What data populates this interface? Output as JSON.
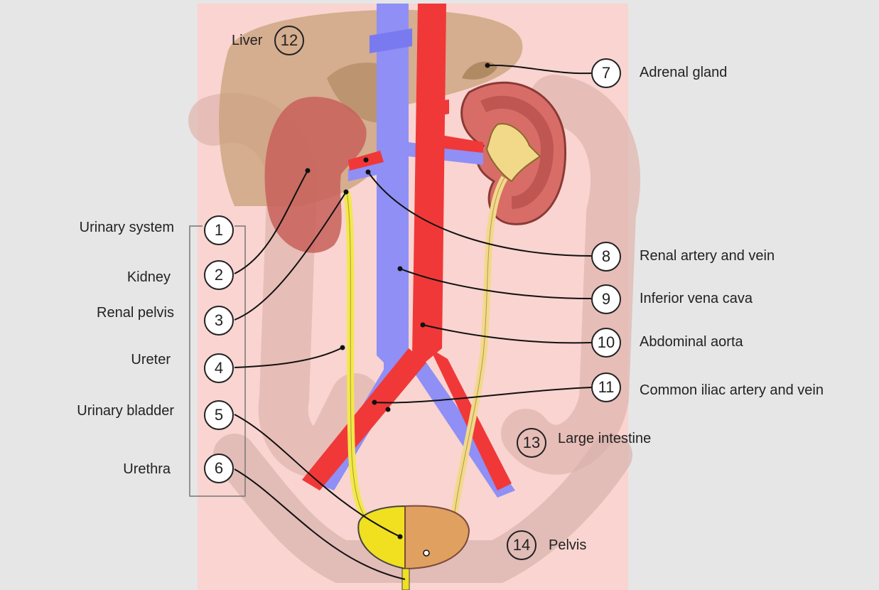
{
  "diagram": {
    "left_labels": [
      {
        "key": "urinary_system",
        "num": "1",
        "text": "Urinary system"
      },
      {
        "key": "kidney",
        "num": "2",
        "text": "Kidney"
      },
      {
        "key": "renal_pelvis",
        "num": "3",
        "text": "Renal pelvis"
      },
      {
        "key": "ureter",
        "num": "4",
        "text": "Ureter"
      },
      {
        "key": "urinary_bladder",
        "num": "5",
        "text": "Urinary bladder"
      },
      {
        "key": "urethra",
        "num": "6",
        "text": "Urethra"
      }
    ],
    "right_labels": [
      {
        "key": "adrenal_gland",
        "num": "7",
        "text": "Adrenal gland"
      },
      {
        "key": "renal_artery_vein",
        "num": "8",
        "text": "Renal artery and vein"
      },
      {
        "key": "inferior_vena_cava",
        "num": "9",
        "text": "Inferior vena cava"
      },
      {
        "key": "abdominal_aorta",
        "num": "10",
        "text": "Abdominal aorta"
      },
      {
        "key": "common_iliac",
        "num": "11",
        "text": "Common iliac artery and vein"
      }
    ],
    "inline_labels": [
      {
        "key": "liver",
        "num": "12",
        "text": "Liver"
      },
      {
        "key": "large_intestine",
        "num": "13",
        "text": "Large intestine"
      },
      {
        "key": "pelvis",
        "num": "14",
        "text": "Pelvis"
      }
    ],
    "colors": {
      "background": "#e6e6e6",
      "body": "#f9d4d0",
      "liver": "#c8a07a",
      "kidney": "#c8605a",
      "artery": "#f03838",
      "vein": "#8f8ff5",
      "ureter": "#f2e84a",
      "bladder_left": "#f0e020",
      "bladder_right": "#e0a060"
    }
  }
}
